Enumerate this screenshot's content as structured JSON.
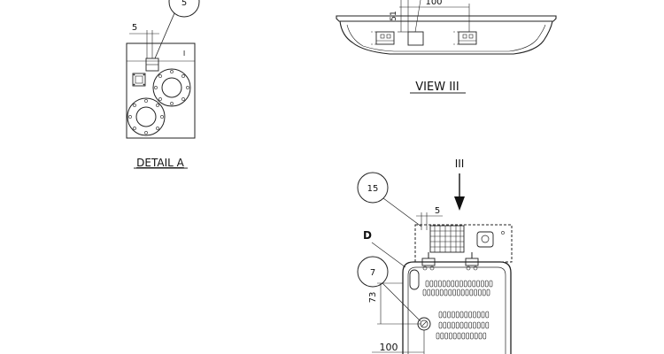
{
  "detail_a": {
    "title": "DETAIL A",
    "dim_5": "5",
    "balloon_5": "5",
    "mark_1": "I"
  },
  "view_iii": {
    "title": "VIEW  III",
    "dim_100": "100",
    "dim_51": "51"
  },
  "main_view": {
    "view_arrow_label": "III",
    "balloon_15": "15",
    "dim_5": "5",
    "label_d": "D",
    "balloon_7": "7",
    "dim_73": "73",
    "dim_100": "100"
  }
}
